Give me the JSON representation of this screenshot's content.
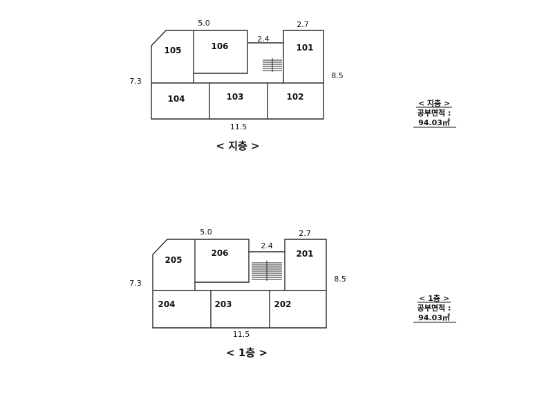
{
  "floors": [
    {
      "title": "< 지층 >",
      "dims": {
        "top_left": "5.0",
        "top_mid": "2.4",
        "top_right": "2.7",
        "left": "7.3",
        "right": "8.5",
        "bottom": "11.5"
      },
      "rooms": [
        "105",
        "106",
        "101",
        "104",
        "103",
        "102"
      ],
      "info": {
        "label": "< 지층 >",
        "area_label": "공부면적 :",
        "area_value": "94.03㎡"
      }
    },
    {
      "title": "< 1층 >",
      "dims": {
        "top_left": "5.0",
        "top_mid": "2.4",
        "top_right": "2.7",
        "left": "7.3",
        "right": "8.5",
        "bottom": "11.5"
      },
      "rooms": [
        "205",
        "206",
        "201",
        "204",
        "203",
        "202"
      ],
      "info": {
        "label": "< 1층 >",
        "area_label": "공부면적 :",
        "area_value": "94.03㎡"
      }
    }
  ]
}
